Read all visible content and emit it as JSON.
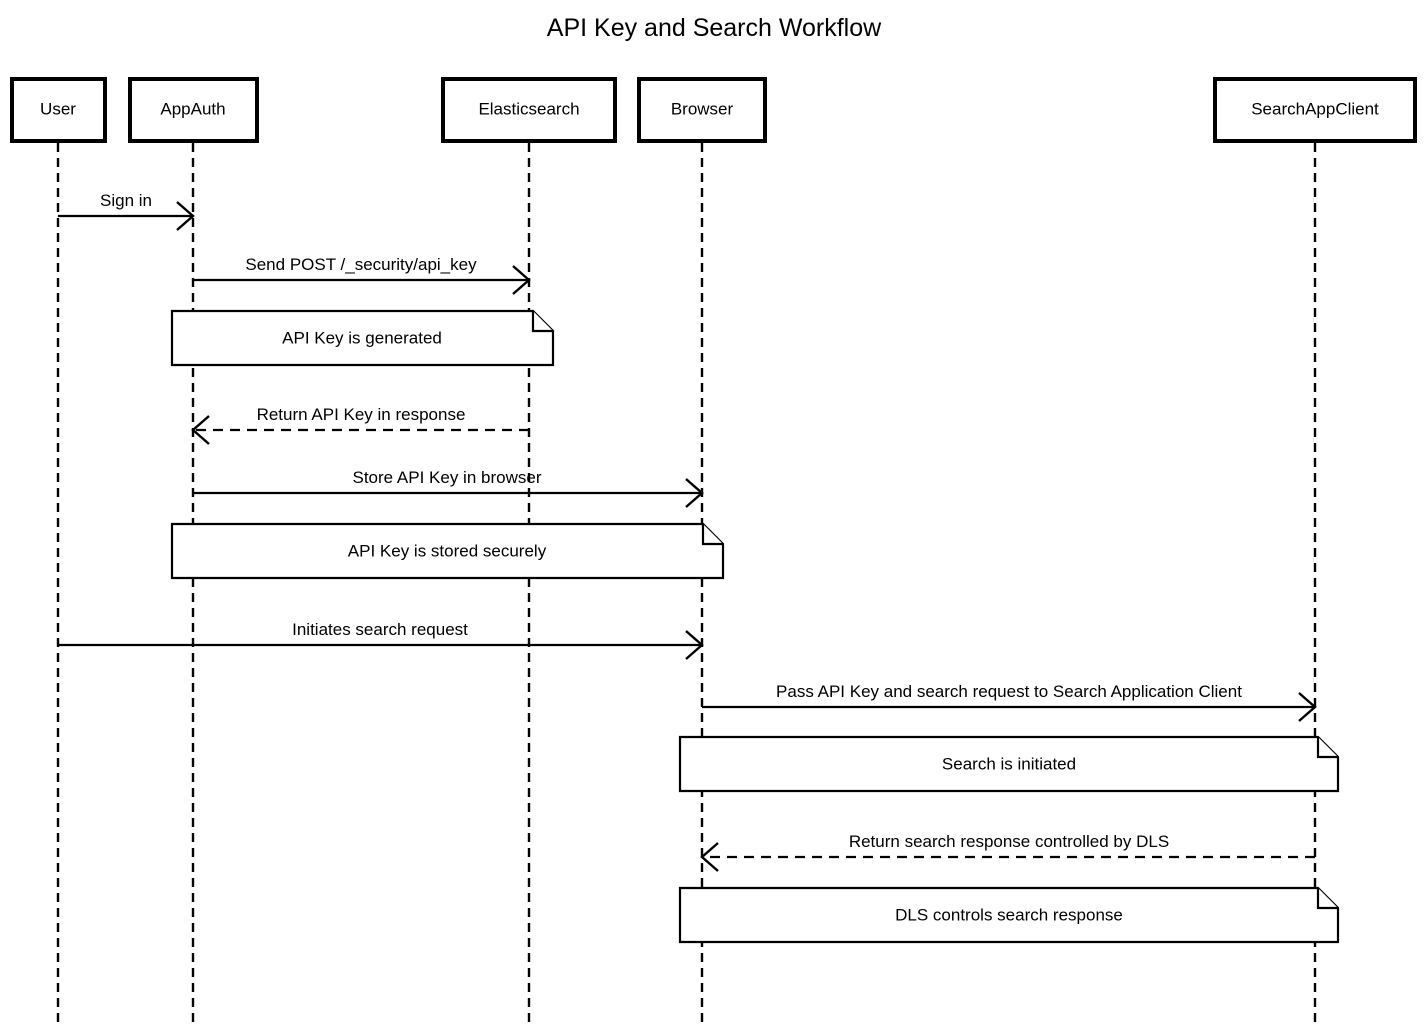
{
  "diagram": {
    "type": "sequence-diagram",
    "title": "API Key and Search Workflow",
    "participants": [
      {
        "id": "user",
        "label": "User"
      },
      {
        "id": "appauth",
        "label": "AppAuth"
      },
      {
        "id": "elastic",
        "label": "Elasticsearch"
      },
      {
        "id": "browser",
        "label": "Browser"
      },
      {
        "id": "searchapp",
        "label": "SearchAppClient"
      }
    ],
    "messages": [
      {
        "id": "m1",
        "from": "user",
        "to": "appauth",
        "label": "Sign in",
        "style": "solid"
      },
      {
        "id": "m2",
        "from": "appauth",
        "to": "elastic",
        "label": "Send POST /_security/api_key",
        "style": "solid"
      },
      {
        "id": "m3",
        "from": "elastic",
        "to": "appauth",
        "label": "Return API Key in response",
        "style": "dashed"
      },
      {
        "id": "m4",
        "from": "appauth",
        "to": "browser",
        "label": "Store API Key in browser",
        "style": "solid"
      },
      {
        "id": "m5",
        "from": "user",
        "to": "browser",
        "label": "Initiates search request",
        "style": "solid"
      },
      {
        "id": "m6",
        "from": "browser",
        "to": "searchapp",
        "label": "Pass API Key and search request to Search Application Client",
        "style": "solid"
      },
      {
        "id": "m7",
        "from": "searchapp",
        "to": "browser",
        "label": "Return search response controlled by DLS",
        "style": "dashed"
      }
    ],
    "notes": [
      {
        "id": "n1",
        "text": "API Key is generated"
      },
      {
        "id": "n2",
        "text": "API Key is stored securely"
      },
      {
        "id": "n3",
        "text": "Search is initiated"
      },
      {
        "id": "n4",
        "text": "DLS controls search response"
      }
    ],
    "colors": {
      "background": "#ffffff",
      "stroke": "#000000",
      "text": "#000000"
    }
  }
}
